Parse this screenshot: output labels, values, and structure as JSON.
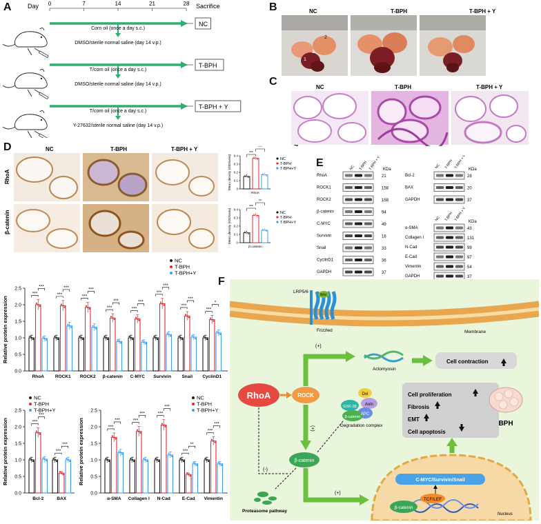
{
  "panelA": {
    "label": "A",
    "timeline": {
      "day_label": "Day",
      "ticks": [
        "0",
        "7",
        "14",
        "21",
        "28"
      ],
      "end_label": "Sacrifice"
    },
    "groups": [
      {
        "top": "Corn oil (once a day s.c.)",
        "bottom": "DMSO/sterile normal saline (day 14 v.p.)",
        "name": "NC"
      },
      {
        "top": "T/corn oil (once a day s.c.)",
        "bottom": "DMSO/sterile normal saline (day 14 v.p.)",
        "name": "T-BPH"
      },
      {
        "top": "T/corn oil (once a day s.c.)",
        "bottom": "Y-27632/sterile normal saline (day 14 v.p.)",
        "name": "T-BPH + Y"
      }
    ]
  },
  "panelB": {
    "label": "B",
    "titles": [
      "NC",
      "T-BPH",
      "T-BPH + Y"
    ],
    "marks": [
      "1",
      "2",
      "3"
    ]
  },
  "panelC": {
    "label": "C",
    "titles": [
      "NC",
      "T-BPH",
      "T-BPH + Y"
    ],
    "row_label": "H&E"
  },
  "panelD": {
    "label": "D",
    "titles": [
      "NC",
      "T-BPH",
      "T-BPH + Y"
    ],
    "rows": [
      "RhoA",
      "β-catenin"
    ],
    "legend": [
      "NC",
      "T-BPH",
      "T-BPH+Y"
    ],
    "ylabel": "Mean density (IOD/area)",
    "sig_top": [
      "***",
      "***"
    ],
    "sig_bottom": [
      "***",
      "**"
    ]
  },
  "panelE": {
    "label": "E",
    "cols": [
      "NC",
      "T-BPH",
      "T-BPH + Y"
    ],
    "kda": "KDa",
    "left_blots": [
      {
        "name": "RhoA",
        "kda": "21"
      },
      {
        "name": "ROCK1",
        "kda": "158"
      },
      {
        "name": "ROCK2",
        "kda": "158"
      },
      {
        "name": "β-catenin",
        "kda": "94"
      },
      {
        "name": "C-MYC",
        "kda": "49"
      },
      {
        "name": "Survivin",
        "kda": "16"
      },
      {
        "name": "Snail",
        "kda": "33"
      },
      {
        "name": "CyclinD1",
        "kda": "36"
      },
      {
        "name": "GAPDH",
        "kda": "37"
      }
    ],
    "right_top_blots": [
      {
        "name": "Bcl-2",
        "kda": "28"
      },
      {
        "name": "BAX",
        "kda": "20"
      },
      {
        "name": "GAPDH",
        "kda": "37"
      }
    ],
    "right_bottom_blots": [
      {
        "name": "α-SMA",
        "kda": "43"
      },
      {
        "name": "Collagen I",
        "kda": "131"
      },
      {
        "name": "N-Cad",
        "kda": "99"
      },
      {
        "name": "E-Cad",
        "kda": "97"
      },
      {
        "name": "Vimentin",
        "kda": "54"
      },
      {
        "name": "GAPDH",
        "kda": "37"
      }
    ]
  },
  "panelF": {
    "label": "F",
    "lrp": "LRP5/6",
    "wnt": "Wnt",
    "frizzled": "Frizzled",
    "membrane": "Membrane",
    "rhoa": "RhoA",
    "rock": "ROCK",
    "plus1": "(+)",
    "plus2": "(+)",
    "plus3": "(+)",
    "minus": "(-)",
    "actomyosin": "Actomyosin",
    "cell_contraction": "Cell contraction",
    "outcomes": [
      "Cell proliferation",
      "Fibrosis",
      "EMT",
      "Cell apoptosis"
    ],
    "bph": "BPH",
    "dvl": "Dvl",
    "axin": "Axin",
    "gsk": "GSK-3β",
    "apc": "APC",
    "bcat_complex": "β-catenin",
    "degradation": "Degradation complex",
    "bcat": "β-catenin",
    "proteasome": "Proteasome pathway",
    "targets": "C-MYC/Survivin/Snail",
    "tcf": "TCF/LEF",
    "bcat_nucleus": "β-catenin",
    "nucleus": "Nucleus"
  },
  "chart_data": [
    {
      "type": "bar",
      "title": "",
      "ylabel": "Relative protein expression",
      "ylim": [
        0,
        2.5
      ],
      "categories": [
        "RhoA",
        "ROCK1",
        "ROCK2",
        "β-catenin",
        "C-MYC",
        "Survivin",
        "Snail",
        "CyclinD1"
      ],
      "series": [
        {
          "name": "NC",
          "values": [
            1.0,
            1.0,
            1.0,
            1.0,
            1.0,
            1.0,
            1.0,
            1.0
          ]
        },
        {
          "name": "T-BPH",
          "values": [
            2.0,
            1.97,
            1.92,
            1.6,
            1.57,
            2.03,
            1.66,
            1.55
          ]
        },
        {
          "name": "T-BPH+Y",
          "values": [
            0.98,
            1.36,
            1.32,
            0.89,
            0.87,
            1.1,
            1.02,
            1.15
          ]
        }
      ],
      "significance": [
        [
          "***",
          "***"
        ],
        [
          "***",
          "***"
        ],
        [
          "***",
          "***"
        ],
        [
          "***",
          "***"
        ],
        [
          "***",
          "***"
        ],
        [
          "***",
          "***"
        ],
        [
          "***",
          "***"
        ],
        [
          "***",
          "*"
        ]
      ],
      "legend": "top-right"
    },
    {
      "type": "bar",
      "title": "",
      "ylabel": "Relative protein expression",
      "ylim": [
        0,
        2.5
      ],
      "categories": [
        "Bcl-2",
        "BAX"
      ],
      "series": [
        {
          "name": "NC",
          "values": [
            1.0,
            1.0
          ]
        },
        {
          "name": "T-BPH",
          "values": [
            1.82,
            0.6
          ]
        },
        {
          "name": "T-BPH+Y",
          "values": [
            1.02,
            1.0
          ]
        }
      ],
      "significance": [
        [
          "***",
          "***"
        ],
        [
          "***",
          "***"
        ]
      ],
      "legend": "top-left"
    },
    {
      "type": "bar",
      "title": "",
      "ylabel": "Relative protein expression",
      "ylim": [
        0,
        2.5
      ],
      "categories": [
        "α-SMA",
        "Collagen I",
        "N-Cad",
        "E-Cad",
        "Vimentin"
      ],
      "series": [
        {
          "name": "NC",
          "values": [
            1.0,
            1.0,
            1.0,
            1.0,
            1.0
          ]
        },
        {
          "name": "T-BPH",
          "values": [
            1.68,
            1.86,
            2.05,
            0.56,
            1.57
          ]
        },
        {
          "name": "T-BPH+Y",
          "values": [
            1.22,
            1.0,
            1.15,
            0.88,
            0.88
          ]
        }
      ],
      "significance": [
        [
          "***",
          "***"
        ],
        [
          "***",
          "***"
        ],
        [
          "***",
          "***"
        ],
        [
          "***",
          "**"
        ],
        [
          "***",
          "***"
        ]
      ],
      "legend": "top-right"
    },
    {
      "type": "bar",
      "title": "",
      "ylabel": "Mean density (IOD/area)",
      "ylim": [
        0,
        0.4
      ],
      "categories": [
        "RhoA"
      ],
      "series": [
        {
          "name": "NC",
          "values": [
            0.15
          ]
        },
        {
          "name": "T-BPH",
          "values": [
            0.37
          ]
        },
        {
          "name": "T-BPH+Y",
          "values": [
            0.17
          ]
        }
      ],
      "legend": "right"
    },
    {
      "type": "bar",
      "title": "",
      "ylabel": "Mean density (IOD/area)",
      "ylim": [
        0,
        0.4
      ],
      "categories": [
        "β-catenin"
      ],
      "series": [
        {
          "name": "NC",
          "values": [
            0.12
          ]
        },
        {
          "name": "T-BPH",
          "values": [
            0.33
          ]
        },
        {
          "name": "T-BPH+Y",
          "values": [
            0.15
          ]
        }
      ],
      "legend": "right"
    }
  ],
  "colors": {
    "nc": "#1a1a1a",
    "tbph": "#e8262b",
    "tbphy": "#3d9bf0",
    "arrow_green": "#6abf3c",
    "panelF_bg": "#e9f6dc"
  }
}
